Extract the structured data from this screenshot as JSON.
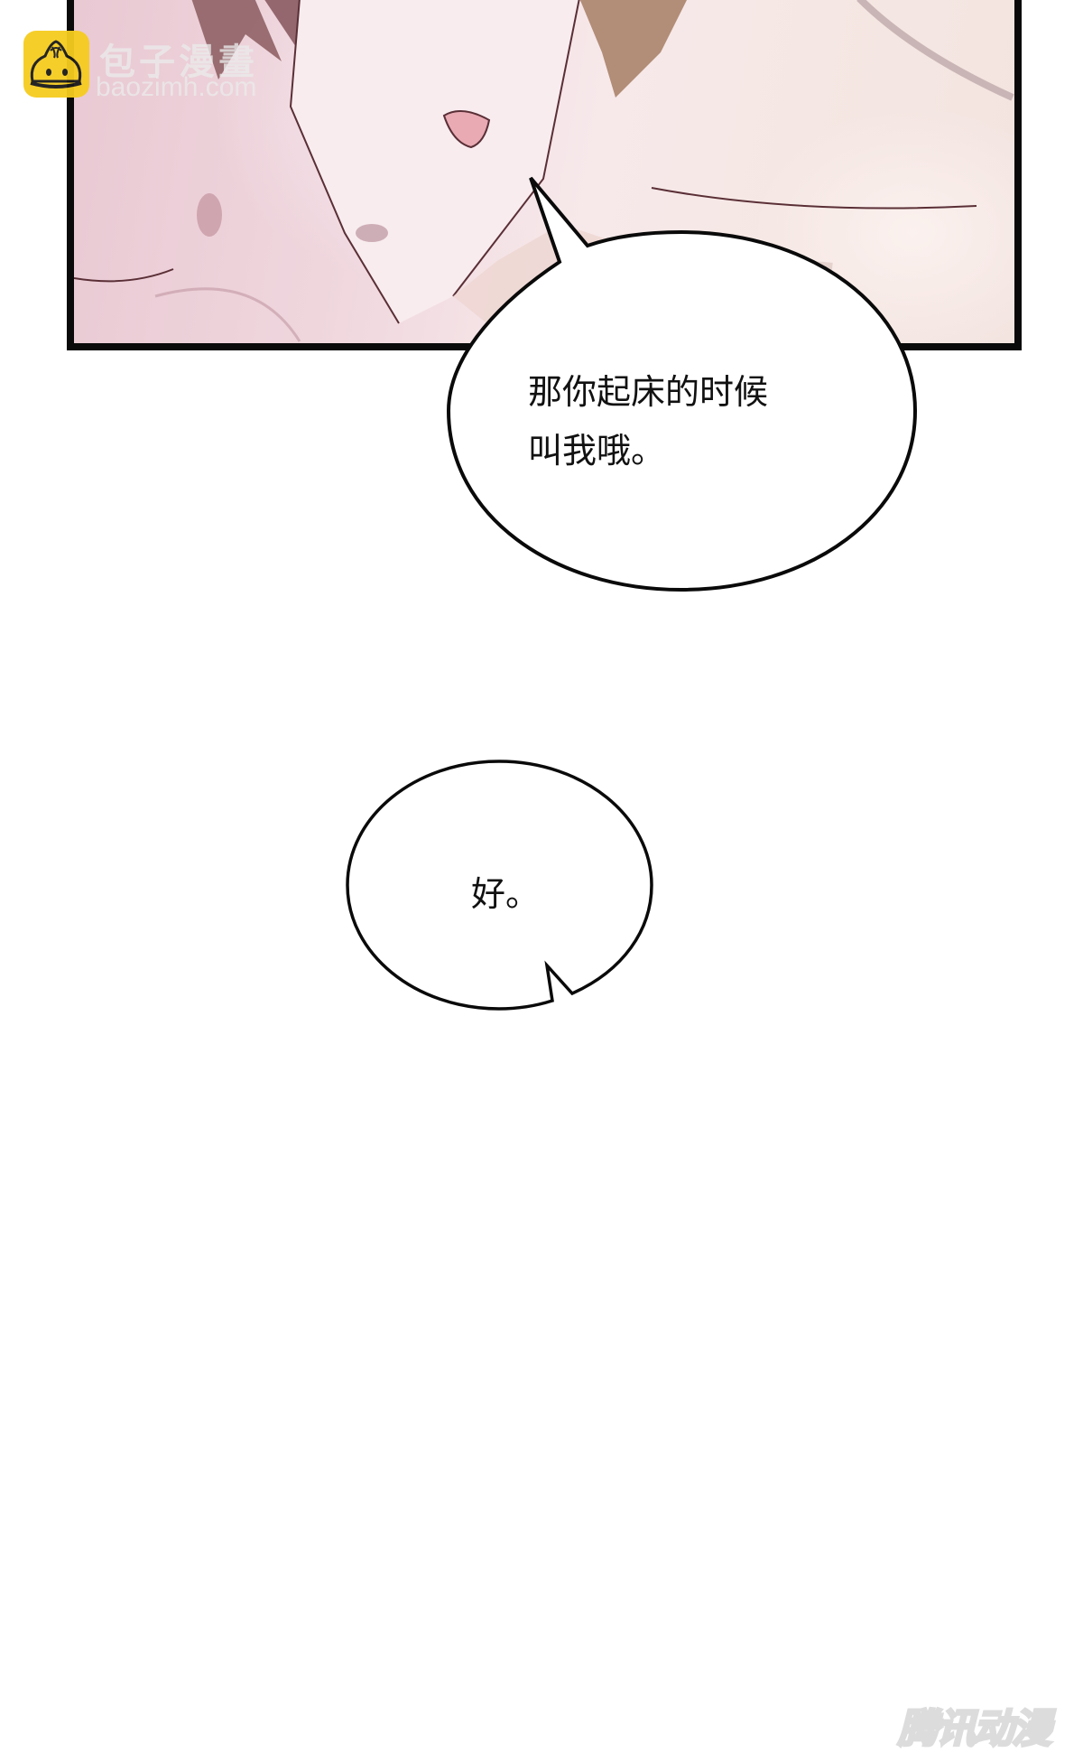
{
  "page": {
    "type": "webcomic-strip",
    "background": "#ffffff"
  },
  "panel": {
    "border_color": "#0a0a0a",
    "skin_tones": [
      "#e9c9d3",
      "#f7e9ea",
      "#f3e4e0"
    ]
  },
  "watermarks": {
    "site_logo_icon": "steamed-bun-icon",
    "site_logo_color": "#f6cc1f",
    "site_name": "包子漫畫",
    "site_url": "baozimh.com",
    "publisher_mark": "腾讯动漫"
  },
  "dialogue": [
    {
      "speaker_tail": "up-left",
      "lines": [
        "那你起床的时候",
        "叫我哦。"
      ]
    },
    {
      "speaker_tail": "down",
      "lines": [
        "好。"
      ]
    }
  ]
}
